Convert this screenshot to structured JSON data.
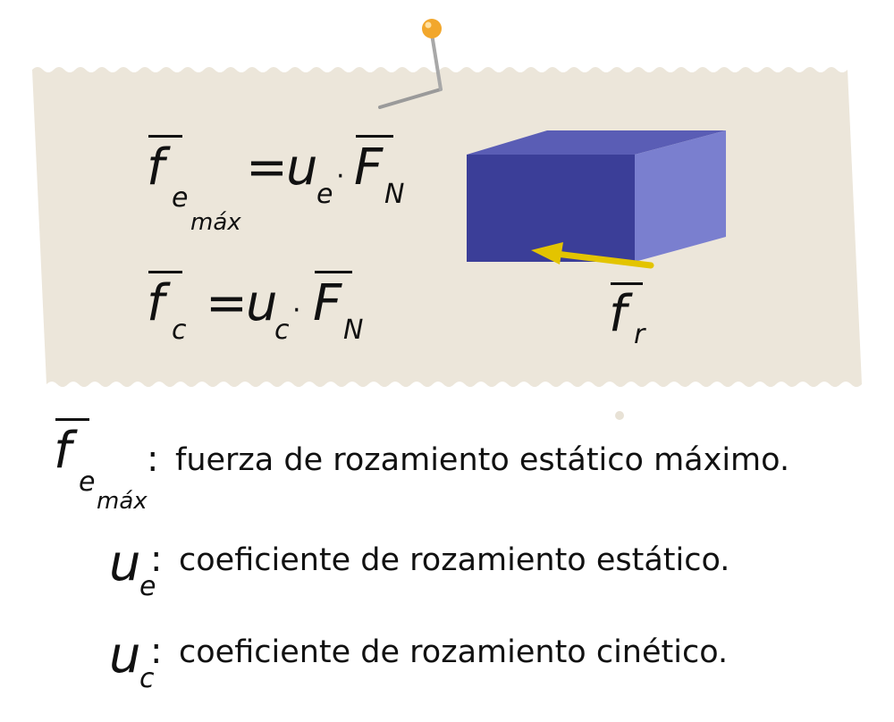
{
  "formulas": {
    "static_max": {
      "lhs": "f",
      "lhs_sub": "e",
      "lhs_subsub": "máx",
      "equals": "=",
      "coef": "u",
      "coef_sub": "e",
      "dot": "·",
      "normal": "F",
      "normal_sub": "N"
    },
    "kinetic": {
      "lhs": "f",
      "lhs_sub": "c",
      "equals": "=",
      "coef": "u",
      "coef_sub": "c",
      "dot": "·",
      "normal": "F",
      "normal_sub": "N"
    }
  },
  "block_label": {
    "symbol": "f",
    "sub": "r"
  },
  "legend": [
    {
      "symbol": "f",
      "sub": "e",
      "subsub": "máx",
      "colon": ":",
      "text": "fuerza de rozamiento estático máximo."
    },
    {
      "symbol": "u",
      "sub": "e",
      "colon": ":",
      "text": "coeficiente de rozamiento estático."
    },
    {
      "symbol": "u",
      "sub": "c",
      "colon": ":",
      "text": "coeficiente de rozamiento cinético."
    }
  ],
  "colors": {
    "paper": "#ECE6DA",
    "block_front": "#3B3E98",
    "block_top": "#5A5DB5",
    "block_side": "#7A7FCF",
    "arrow": "#E3C400",
    "pin_head": "#F2A72C",
    "text": "#111111"
  }
}
